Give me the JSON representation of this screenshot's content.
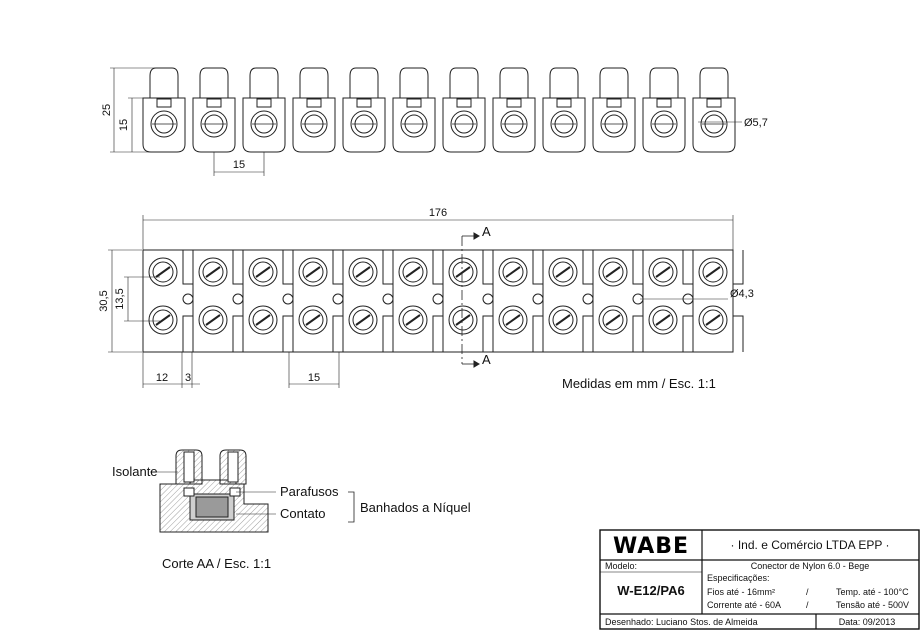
{
  "views": {
    "front": {
      "dims": {
        "height_total": "25",
        "height_body": "15",
        "pitch": "15",
        "hole_dia": "Ø5,7"
      }
    },
    "top": {
      "dims": {
        "length": "176",
        "height": "30,5",
        "inner": "13,5",
        "edge": "12",
        "gap": "3",
        "pitch": "15",
        "hole_dia": "Ø4,3"
      },
      "section_marker": "A"
    },
    "section": {
      "labels": {
        "isolante": "Isolante",
        "parafusos": "Parafusos",
        "contato": "Contato",
        "banhados": "Banhados a Níquel"
      },
      "caption": "Corte AA / Esc. 1:1"
    },
    "units_note": "Medidas em mm / Esc. 1:1"
  },
  "title_block": {
    "logo": "WABE",
    "company": "·  Ind. e Comércio LTDA EPP  ·",
    "model_label": "Modelo:",
    "model": "W-E12/PA6",
    "description": "Conector de Nylon 6.0 - Bege",
    "specs_label": "Especificações:",
    "spec_fios": "Fios até - 16mm²",
    "spec_corrente": "Corrente até - 60A",
    "sep": "/",
    "spec_temp": "Temp. até - 100°C",
    "spec_tensao": "Tensão até - 500V",
    "drawn_by": "Desenhado: Luciano Stos. de Almeida",
    "date": "Data: 09/2013"
  }
}
